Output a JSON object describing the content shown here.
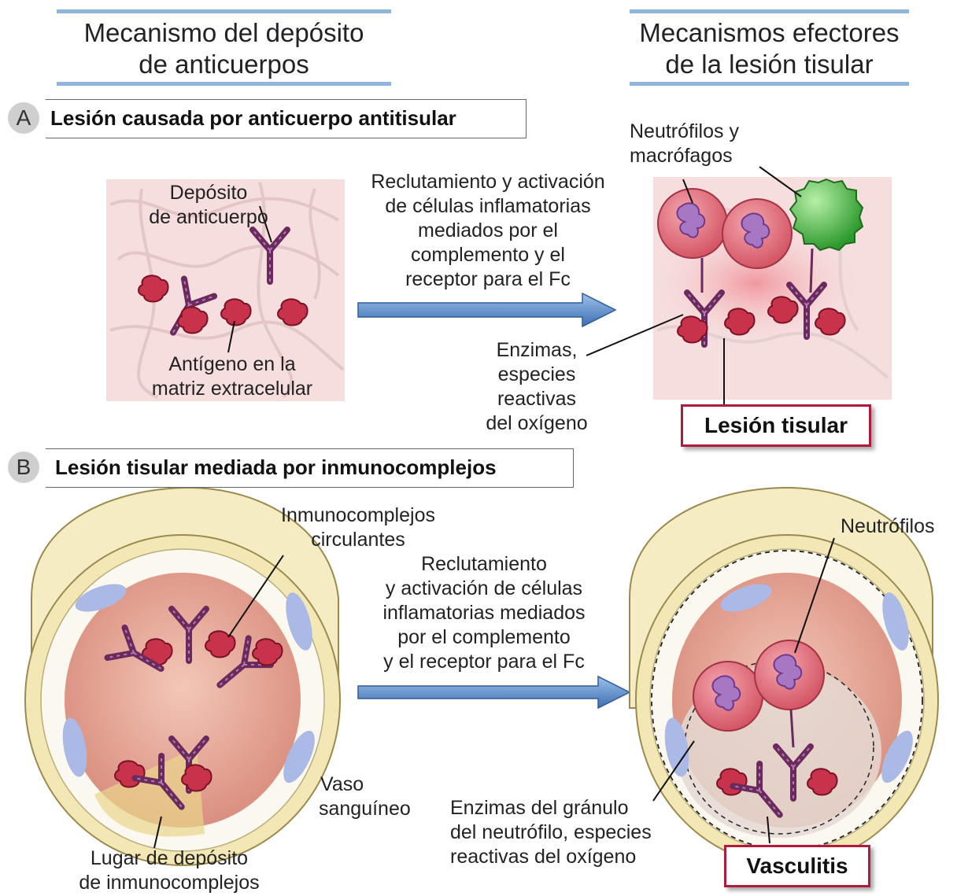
{
  "headers": {
    "left": {
      "line1": "Mecanismo del depósito",
      "line2": "de anticuerpos"
    },
    "right": {
      "line1": "Mecanismos efectores",
      "line2": "de la lesión tisular"
    }
  },
  "section_a": {
    "letter": "A",
    "title": "Lesión causada por anticuerpo antitisular",
    "labels": {
      "antibody_deposit": [
        "Depósito",
        "de anticuerpo"
      ],
      "antigen": [
        "Antígeno en la",
        "matriz extracelular"
      ],
      "arrow_text": [
        "Reclutamiento y activación",
        "de células inflamatorias",
        "mediados por el",
        "complemento y el",
        "receptor para el Fc"
      ],
      "cells": [
        "Neutrófilos y",
        "macrófagos"
      ],
      "enzymes": [
        "Enzimas,",
        "especies",
        "reactivas",
        "del oxígeno"
      ]
    },
    "result": "Lesión tisular"
  },
  "section_b": {
    "letter": "B",
    "title": "Lesión tisular mediada por inmunocomplejos",
    "labels": {
      "circulating": [
        "Inmunocomplejos",
        "circulantes"
      ],
      "arrow_text": [
        "Reclutamiento",
        "y activación de células",
        "inflamatorias mediados",
        "por el complemento",
        "y el receptor para el Fc"
      ],
      "neutrophils": "Neutrófilos",
      "vessel": [
        "Vaso",
        "sanguíneo"
      ],
      "deposit_site": [
        "Lugar de depósito",
        "de inmunocomplejos"
      ],
      "granule": [
        "Enzimas del gránulo",
        "del neutrófilo, especies",
        "reactivas del oxígeno"
      ]
    },
    "result": "Vasculitis"
  },
  "colors": {
    "header_bar": "#8fb5da",
    "arrow": "#4d7fbf",
    "tissue": "#f6dede",
    "neutrophil": "#e06a78",
    "macrophage": "#3fae3a",
    "antigen": "#c8324a",
    "antibody": "#6a2a5e",
    "result_border": "#b01a3c"
  }
}
